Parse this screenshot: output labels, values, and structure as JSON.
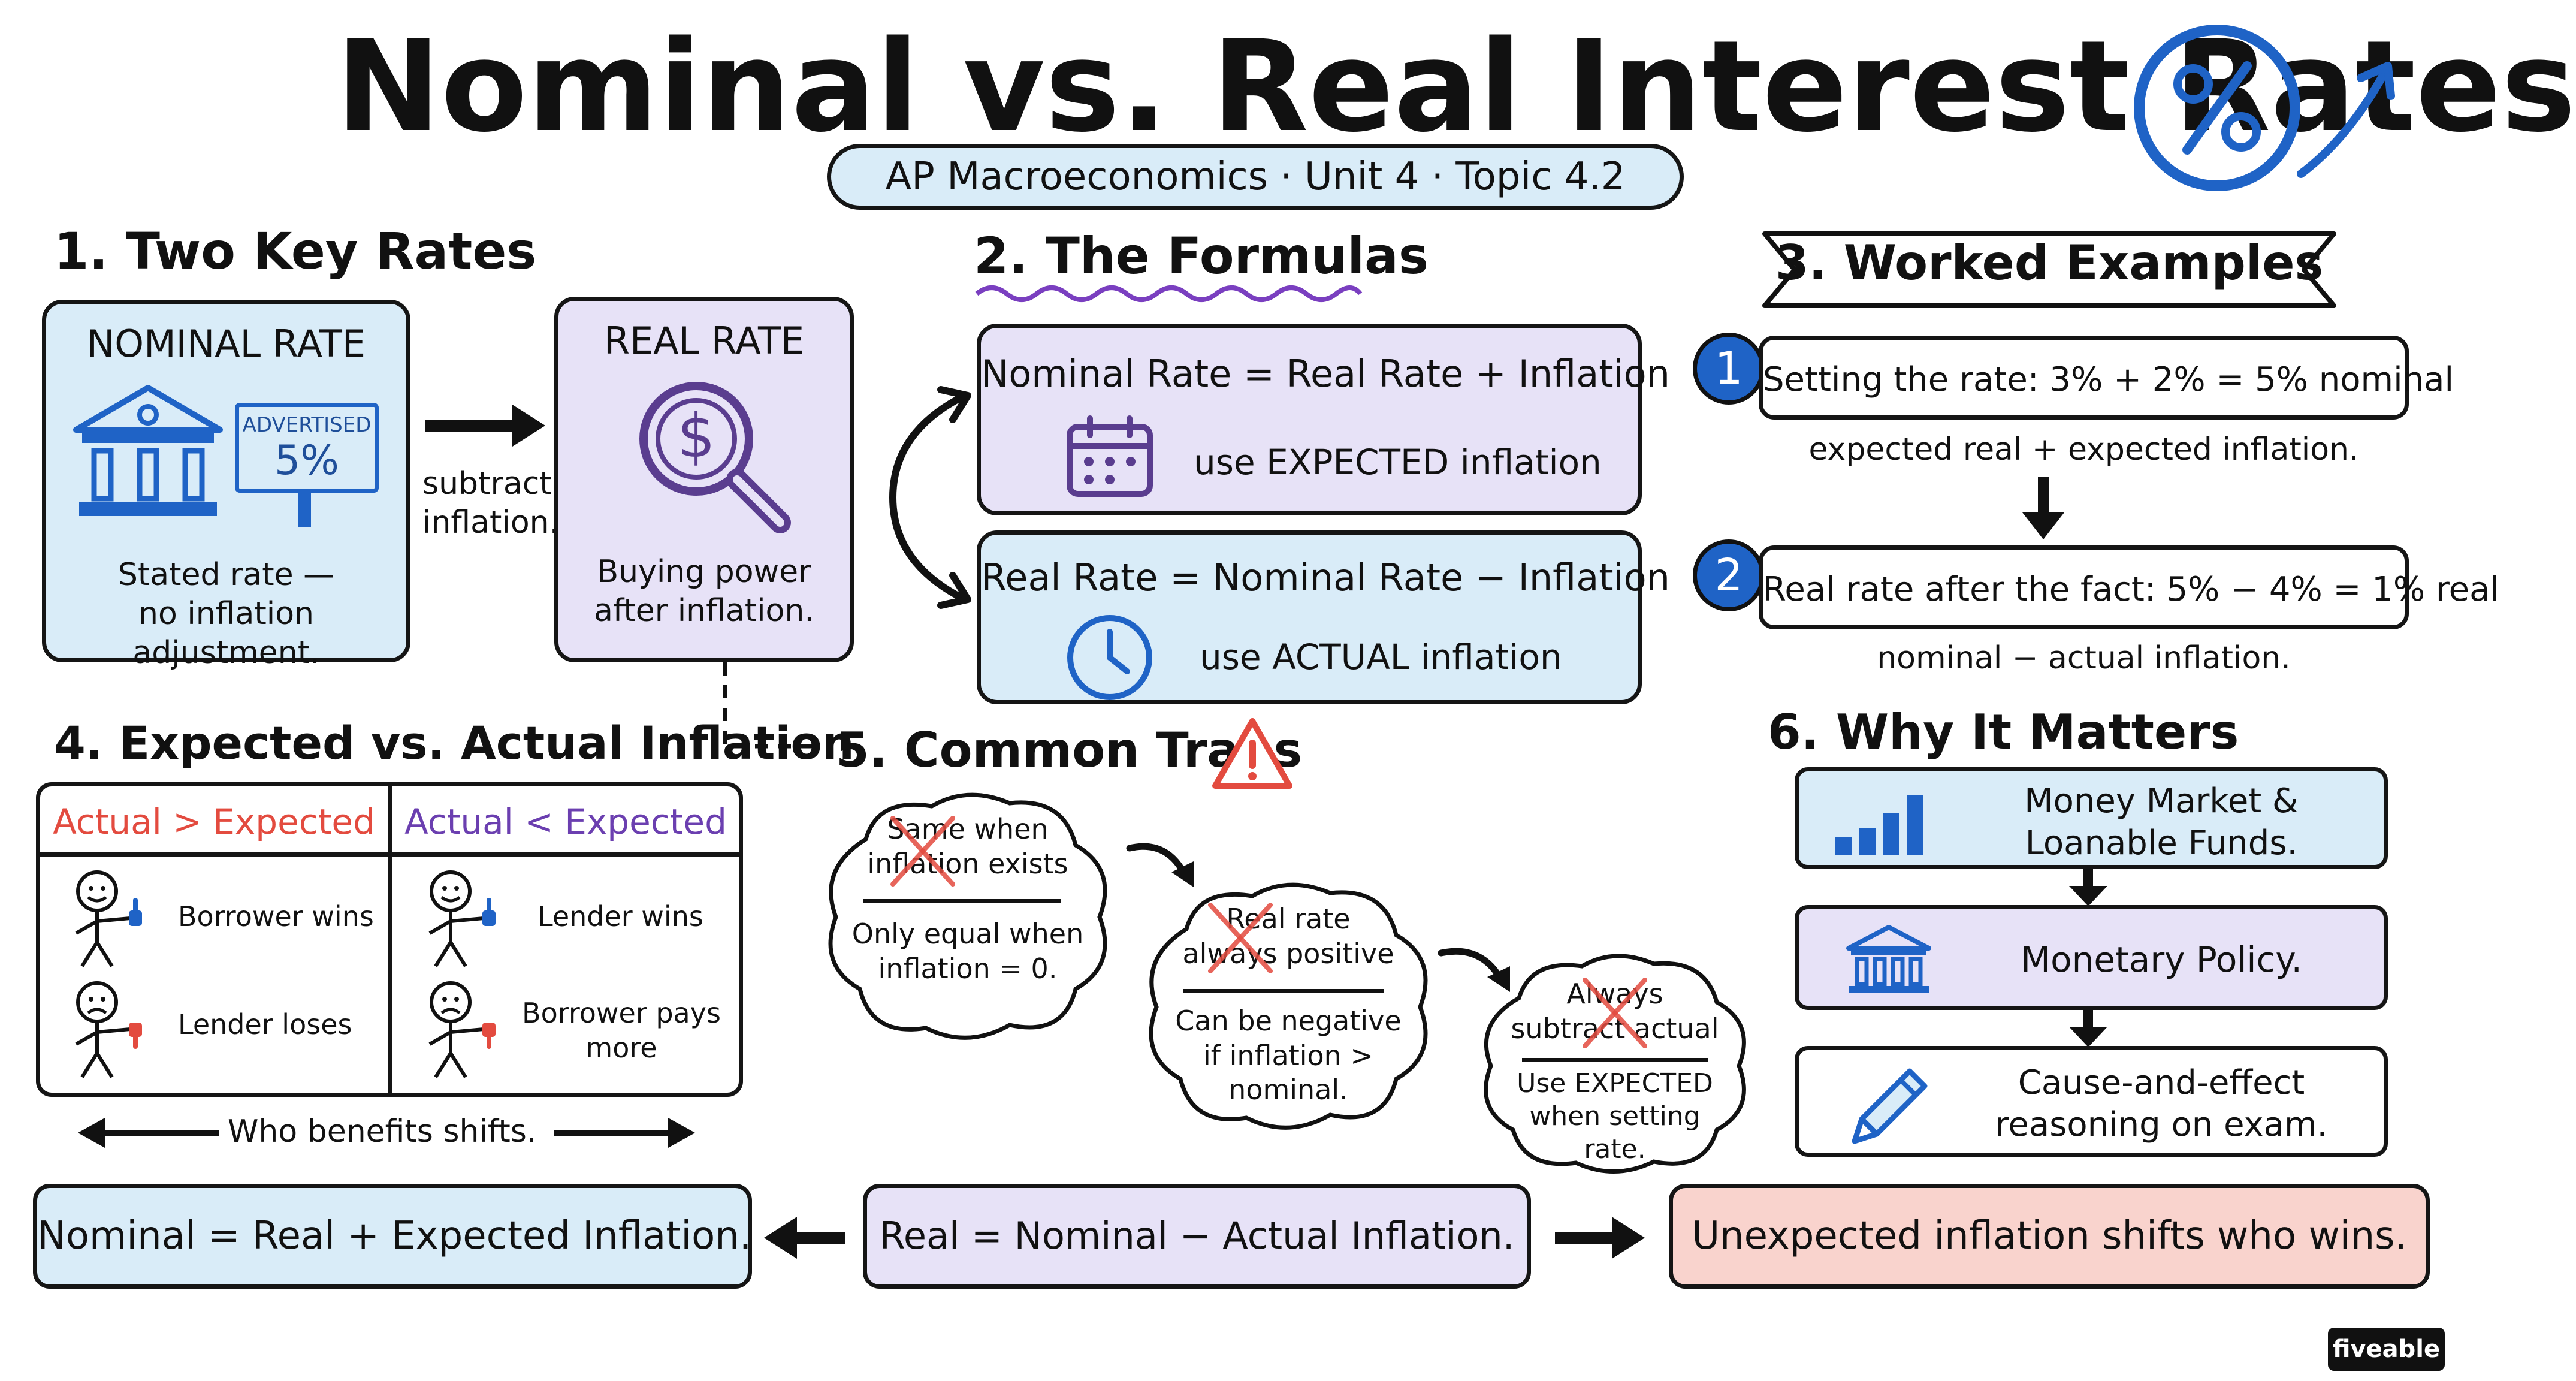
{
  "title": "Nominal vs. Real Interest Rates",
  "subtitle": "AP Macroeconomics · Unit 4 · Topic 4.2",
  "section1": {
    "heading": "1. Two Key Rates",
    "nominal": {
      "title": "NOMINAL RATE",
      "sign_line1": "ADVERTISED",
      "sign_line2": "5%",
      "caption_line1": "Stated rate —",
      "caption_line2": "no inflation adjustment."
    },
    "arrow_line1": "subtract",
    "arrow_line2": "inflation.",
    "real": {
      "title": "REAL RATE",
      "caption_line1": "Buying power",
      "caption_line2": "after inflation."
    }
  },
  "section2": {
    "heading": "2. The Formulas",
    "formula1": "Nominal Rate = Real Rate + Inflation",
    "formula1_note": "use EXPECTED inflation",
    "formula2": "Real Rate = Nominal Rate − Inflation",
    "formula2_note": "use ACTUAL inflation"
  },
  "section3": {
    "heading": "3. Worked Examples",
    "ex1_num": "1",
    "ex1_text": "Setting the rate: 3% + 2% = 5% nominal",
    "ex1_note": "expected real + expected inflation.",
    "ex2_num": "2",
    "ex2_text": "Real rate after the fact: 5% − 4% = 1% real",
    "ex2_note": "nominal − actual inflation."
  },
  "section4": {
    "heading": "4. Expected vs. Actual Inflation",
    "col1_header": "Actual > Expected",
    "col2_header": "Actual < Expected",
    "col1_row1": "Borrower wins",
    "col1_row2": "Lender loses",
    "col2_row1": "Lender wins",
    "col2_row2_line1": "Borrower pays",
    "col2_row2_line2": "more",
    "footer": "Who benefits shifts."
  },
  "section5": {
    "heading": "5. Common Traps",
    "trap1_wrong_line1": "Same when",
    "trap1_wrong_line2": "inflation exists",
    "trap1_right_line1": "Only equal when",
    "trap1_right_line2": "inflation = 0.",
    "trap2_wrong_line1": "Real rate",
    "trap2_wrong_line2": "always positive",
    "trap2_right_line1": "Can be negative",
    "trap2_right_line2": "if inflation >",
    "trap2_right_line3": "nominal.",
    "trap3_wrong_line1": "Always",
    "trap3_wrong_line2": "subtract actual",
    "trap3_right_line1": "Use EXPECTED",
    "trap3_right_line2": "when setting",
    "trap3_right_line3": "rate."
  },
  "section6": {
    "heading": "6. Why It Matters",
    "item1_line1": "Money Market &",
    "item1_line2": "Loanable Funds.",
    "item2": "Monetary Policy.",
    "item3_line1": "Cause-and-effect",
    "item3_line2": "reasoning on exam."
  },
  "bottom": {
    "left": "Nominal = Real + Expected Inflation.",
    "middle": "Real = Nominal − Actual Inflation.",
    "right": "Unexpected inflation shifts who wins."
  },
  "brand": "fiveable",
  "colors": {
    "blue_fill": "#d9ecf8",
    "purple_fill": "#e7e2f7",
    "red_fill": "#f9d3cd",
    "accent_blue": "#1f63c6",
    "accent_red": "#e34b3f",
    "accent_purple": "#6b3fb0",
    "icon_purple": "#5a3d8f"
  }
}
